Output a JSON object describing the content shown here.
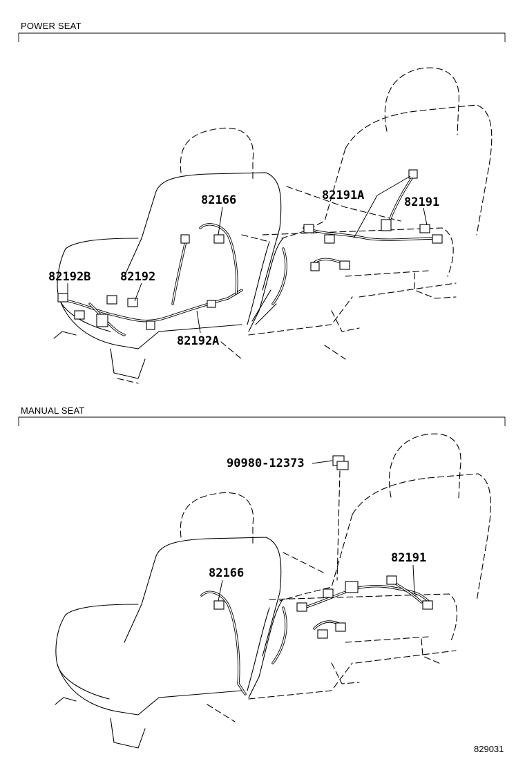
{
  "sections": [
    {
      "title": "POWER SEAT",
      "callouts": [
        "82166",
        "82191A",
        "82191",
        "82192B",
        "82192",
        "82192A"
      ]
    },
    {
      "title": "MANUAL SEAT",
      "callouts": [
        "90980-12373",
        "82191",
        "82166"
      ]
    }
  ],
  "figure_id": "829031",
  "colors": {
    "line": "#000000",
    "background": "#ffffff"
  },
  "icons": [
    "seat-outline",
    "wire-harness",
    "connector"
  ]
}
